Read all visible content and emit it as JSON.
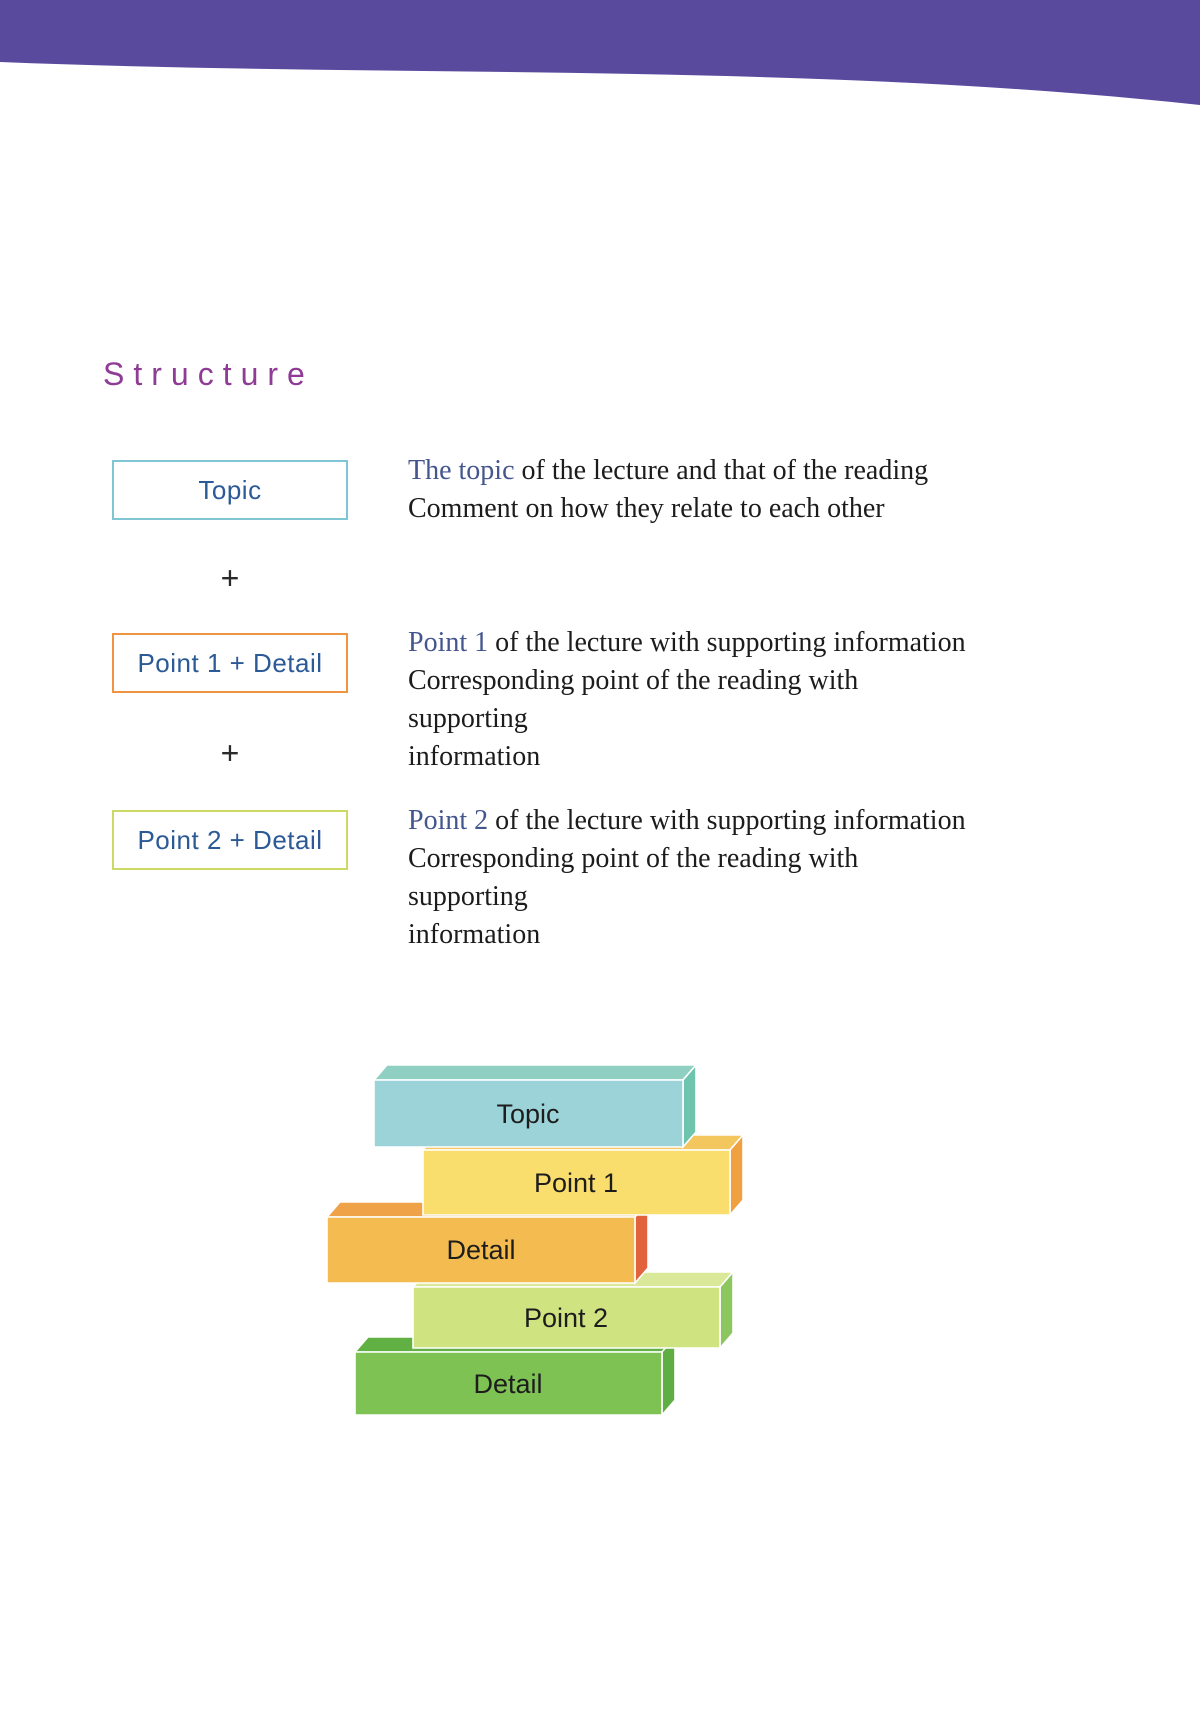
{
  "header": {
    "band_color": "#5a4a9e"
  },
  "heading": {
    "text": "Structure",
    "color": "#8e3c95"
  },
  "flow": {
    "plus_sign": "+",
    "label_color": "#2b5a96",
    "lead_color": "#44568e",
    "text_color": "#1c1c1c",
    "boxes": [
      {
        "label": "Topic",
        "border_color": "#7fc5d4"
      },
      {
        "label": "Point 1 + Detail",
        "border_color": "#ef9440"
      },
      {
        "label": "Point 2 + Detail",
        "border_color": "#ccd964"
      }
    ],
    "descriptions": [
      {
        "lead": "The topic",
        "rest": " of the lecture and that of the reading",
        "line2": "Comment on how they relate to each other",
        "line3": ""
      },
      {
        "lead": "Point 1",
        "rest": " of the lecture with supporting information",
        "line2": "Corresponding point of the reading with supporting",
        "line3": "information"
      },
      {
        "lead": "Point 2",
        "rest": " of the lecture with supporting information",
        "line2": "Corresponding point of the reading with supporting",
        "line3": "information"
      }
    ]
  },
  "diagram": {
    "label_color": "#1d1d1d",
    "blocks": [
      {
        "label": "Topic",
        "front": "#9bd3d8",
        "top": "#8fd0c2",
        "side": "#6fc4ae"
      },
      {
        "label": "Point 1",
        "front": "#fade6d",
        "top": "#f4c75e",
        "side": "#efa03f"
      },
      {
        "label": "Detail",
        "front": "#f4bc50",
        "top": "#efa248",
        "side": "#e2623c"
      },
      {
        "label": "Point 2",
        "front": "#cfe381",
        "top": "#d9e999",
        "side": "#8cc65e"
      },
      {
        "label": "Detail",
        "front": "#7ec254",
        "top": "#60b043",
        "side": "#5fae44"
      }
    ]
  }
}
